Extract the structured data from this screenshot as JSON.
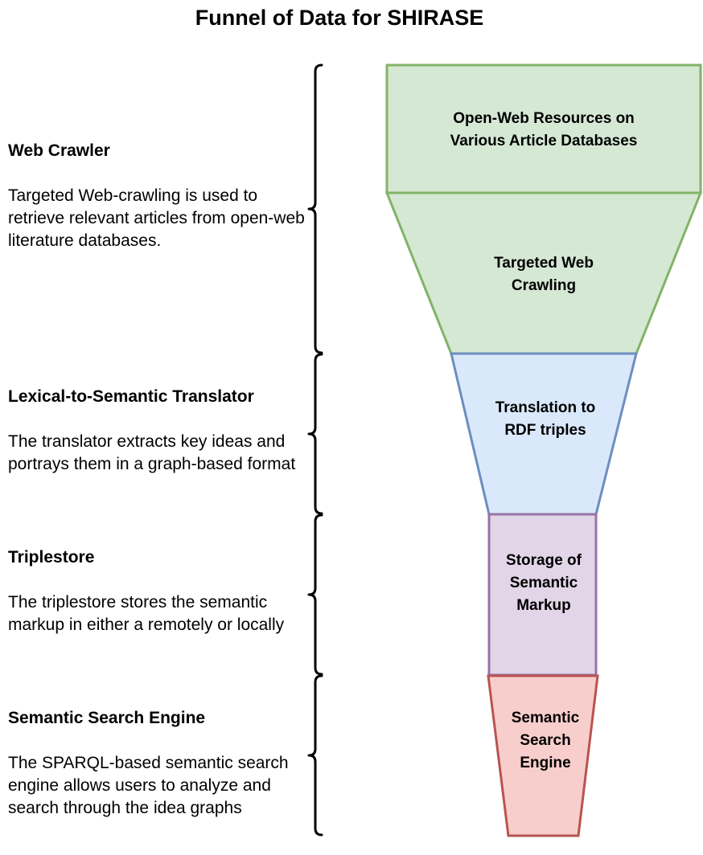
{
  "diagram": {
    "title": "Funnel of Data for SHIRASE"
  },
  "sections": [
    {
      "heading": "Web Crawler",
      "description": "Targeted Web-crawling is used to retrieve relevant articles from open-web literature databases."
    },
    {
      "heading": "Lexical-to-Semantic Translator",
      "description": "The translator extracts key ideas and portrays them in a graph-based format"
    },
    {
      "heading": "Triplestore",
      "description": "The triplestore stores the semantic markup in either a remotely or locally"
    },
    {
      "heading": "Semantic Search Engine",
      "description": "The SPARQL-based semantic search engine allows users to analyze and search through the idea graphs"
    }
  ],
  "stages": [
    {
      "label": "Open-Web Resources on Various Article Databases",
      "fill": "#d5e8d4",
      "stroke": "#82b366"
    },
    {
      "label": "Targeted Web Crawling",
      "fill": "#d5e8d4",
      "stroke": "#82b366"
    },
    {
      "label": "Translation to RDF triples",
      "fill": "#dae8fc",
      "stroke": "#6c8ebf"
    },
    {
      "label": "Storage of Semantic Markup",
      "fill": "#e1d5e7",
      "stroke": "#9673a6"
    },
    {
      "label": "Semantic Search Engine",
      "fill": "#f8cecc",
      "stroke": "#b85450"
    }
  ]
}
